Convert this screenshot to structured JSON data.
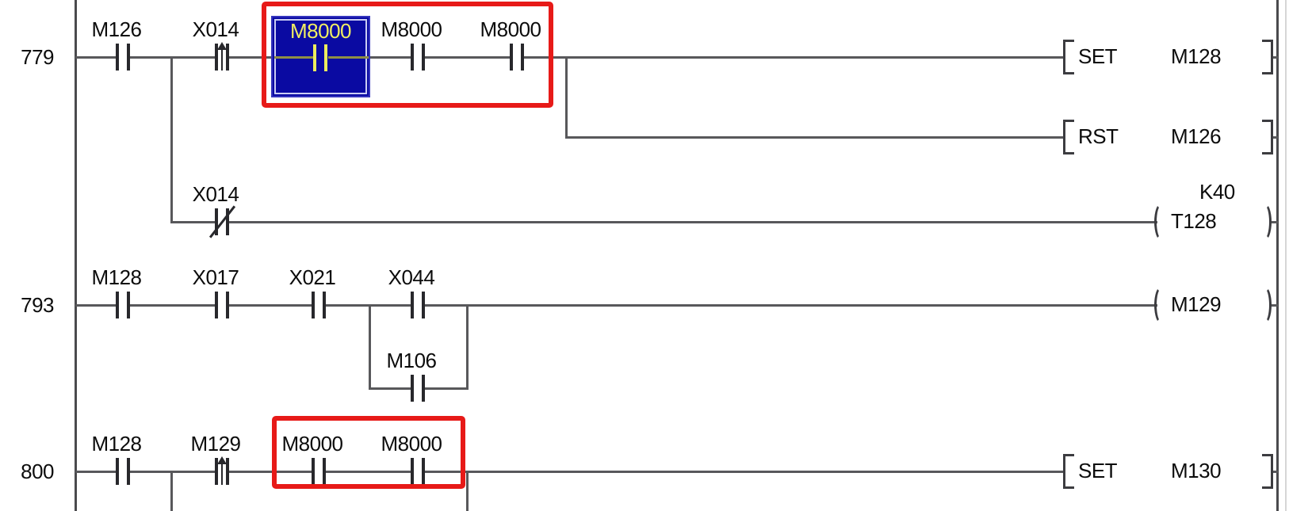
{
  "editor": {
    "colors": {
      "selection_fill": "#0a0aa2",
      "selection_text": "#f0ee62",
      "annotation_red": "#e71a18",
      "wire": "#58585b",
      "label_text": "#0c0c0c"
    },
    "rungs": {
      "r779": {
        "number": "779",
        "contacts": {
          "c1": "M126",
          "c2": "X014",
          "c3": "M8000",
          "c4": "M8000",
          "c5": "M8000"
        },
        "set_op": "SET",
        "set_operand": "M128",
        "rst_op": "RST",
        "rst_operand": "M126",
        "branch": {
          "contact": "X014",
          "constant": "K40",
          "coil": "T128"
        }
      },
      "r793": {
        "number": "793",
        "contacts": {
          "c1": "M128",
          "c2": "X017",
          "c3": "X021",
          "c4": "X044"
        },
        "parallel": "M106",
        "coil": "M129"
      },
      "r800": {
        "number": "800",
        "contacts": {
          "c1": "M128",
          "c2": "M129",
          "c3": "M8000",
          "c4": "M8000"
        },
        "set_op": "SET",
        "set_operand": "M130"
      }
    }
  }
}
